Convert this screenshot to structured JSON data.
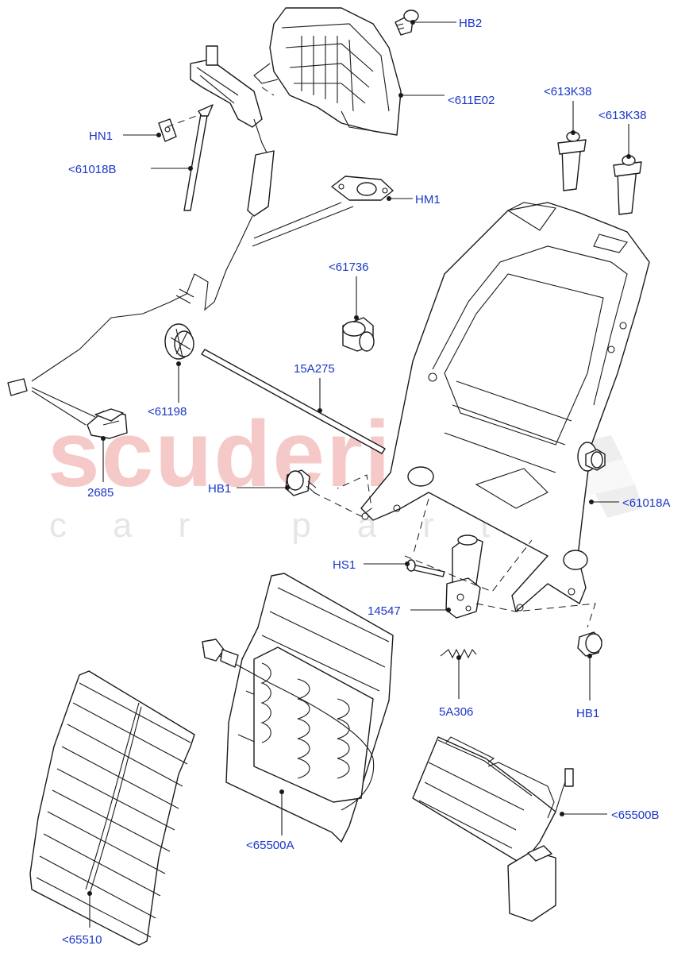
{
  "watermark": {
    "brand": "scuderia",
    "tagline": "car parts"
  },
  "parts": [
    {
      "label": "HB2"
    },
    {
      "label": "<611E02"
    },
    {
      "label": "<613K38"
    },
    {
      "label": "<613K38"
    },
    {
      "label": "HN1"
    },
    {
      "label": "<61018B"
    },
    {
      "label": "HM1"
    },
    {
      "label": "<61736"
    },
    {
      "label": "15A275"
    },
    {
      "label": "<61198"
    },
    {
      "label": "2685"
    },
    {
      "label": "HB1"
    },
    {
      "label": "<61018A"
    },
    {
      "label": "HS1"
    },
    {
      "label": "14547"
    },
    {
      "label": "5A306"
    },
    {
      "label": "HB1"
    },
    {
      "label": "<65500A"
    },
    {
      "label": "<65500B"
    },
    {
      "label": "<65510"
    }
  ]
}
